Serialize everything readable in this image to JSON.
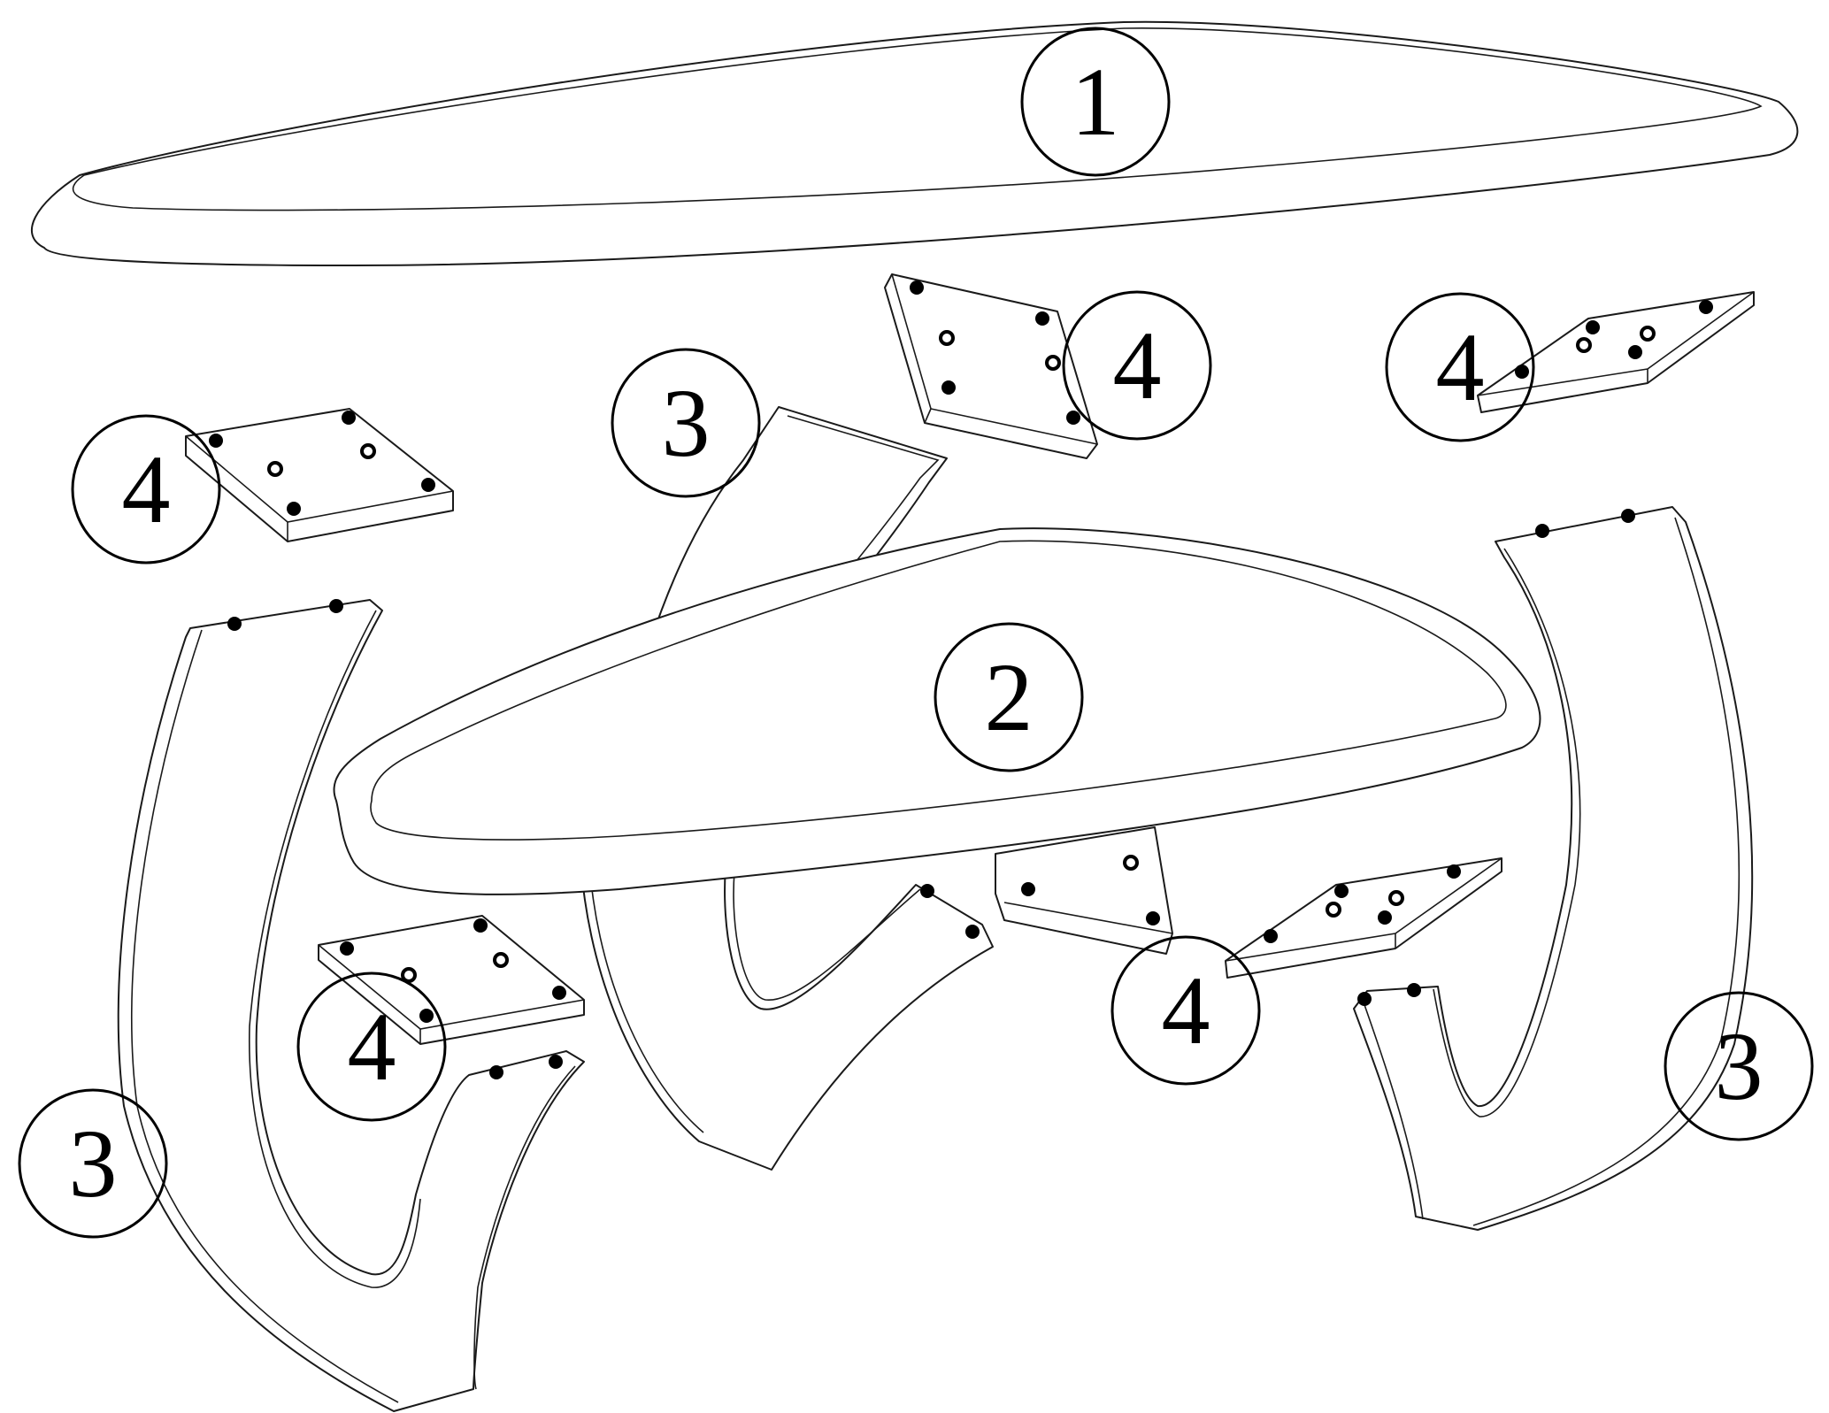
{
  "diagram": {
    "parts": [
      {
        "id": "tabletop-upper",
        "label": "1"
      },
      {
        "id": "tabletop-lower",
        "label": "2"
      },
      {
        "id": "leg",
        "label": "3"
      },
      {
        "id": "mounting-plate",
        "label": "4"
      }
    ],
    "callouts": {
      "c1": "1",
      "c2": "2",
      "c3a": "3",
      "c3b": "3",
      "c3c": "3",
      "c4a": "4",
      "c4b": "4",
      "c4c": "4",
      "c4d": "4",
      "c4e": "4"
    },
    "colors": {
      "line": "#1a1a1a",
      "hole": "#000000",
      "background": "#ffffff"
    }
  }
}
